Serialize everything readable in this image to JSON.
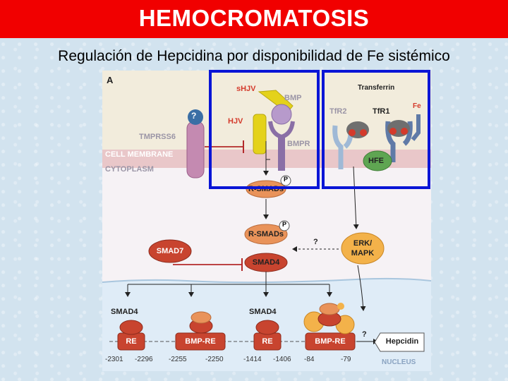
{
  "header": {
    "title": "HEMOCROMATOSIS",
    "subtitle": "Regulación de Hepcidina por disponibilidad de Fe sistémico"
  },
  "figure": {
    "panel": "A",
    "membrane_label": "CELL MEMBRANE",
    "cytoplasm_label": "CYTOPLASM",
    "nucleus_label": "NUCLEUS",
    "question": "?",
    "shjv": "sHJV",
    "bmp": "BMP",
    "hjv": "HJV",
    "bmpr": "BMPR",
    "tmprss6": "TMPRSS6",
    "transferrin": "Transferrin",
    "fe": "Fe",
    "tfr2": "TfR2",
    "tfr1": "TfR1",
    "hfe": "HFE",
    "p": "P",
    "r_smads": "R-SMADs",
    "smad4": "SMAD4",
    "smad7": "SMAD7",
    "erk_mapk_1": "ERK/",
    "erk_mapk_2": "MAPK",
    "re": "RE",
    "bmp_re": "BMP-RE",
    "hepcidin": "Hepcidin",
    "positions": [
      "-2301",
      "-2296",
      "-2255",
      "-2250",
      "-1414",
      "-1406",
      "-84",
      "-79"
    ]
  },
  "colors": {
    "title_bar": "#f10000",
    "highlight_box": "#0a15d6",
    "smad_orange": "#e9935a",
    "smad_red": "#c8442f",
    "receptor_purple": "#8a6fa6",
    "hfe_green": "#5fa552",
    "hjv_yellow": "#e4d21a"
  }
}
